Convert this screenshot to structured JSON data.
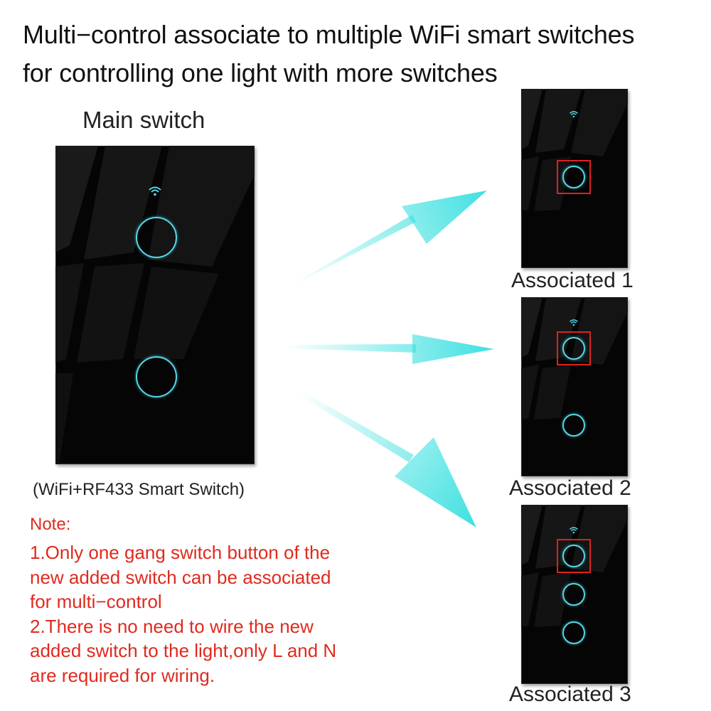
{
  "headline": {
    "line1": "Multi−control associate to multiple WiFi smart switches",
    "line2": "for controlling one light with more switches"
  },
  "main_switch": {
    "label": "Main switch",
    "caption": "(WiFi+RF433 Smart Switch)",
    "buttons": 2
  },
  "associated": [
    {
      "label": "Associated 1",
      "buttons": 1
    },
    {
      "label": "Associated 2",
      "buttons": 2
    },
    {
      "label": "Associated 3",
      "buttons": 3
    }
  ],
  "note": {
    "title": "Note:",
    "lines": [
      "1.Only one gang switch button of the",
      "new added switch can be associated",
      "for multi−control",
      "2.There is no need to wire the new",
      "added switch to the light,only L and N",
      "are required for wiring."
    ]
  },
  "colors": {
    "panel": "#050505",
    "button_ring": "#54d8e8",
    "arrow": "#3ee0e0",
    "highlight_box": "#e02020",
    "note_text": "#e02a1e"
  },
  "icons": [
    "wifi-icon",
    "touch-button-icon",
    "arrow-icon"
  ]
}
